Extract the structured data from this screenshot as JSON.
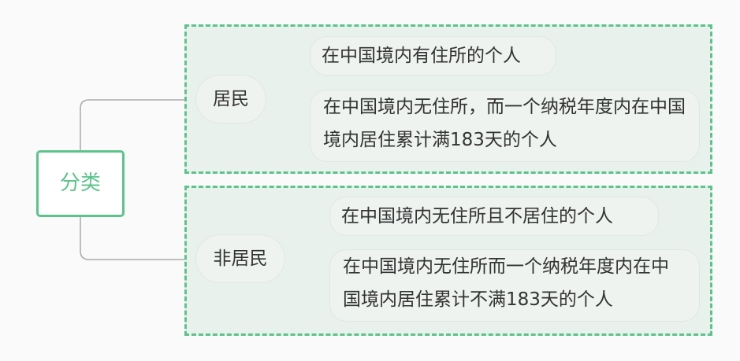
{
  "root": {
    "label": "分类"
  },
  "categories": [
    {
      "label": "居民",
      "items": [
        "在中国境内有住所的个人",
        "在中国境内无住所，而一个纳税年度内在中国境内居住累计满183天的个人"
      ]
    },
    {
      "label": "非居民",
      "items": [
        "在中国境内无住所且不居住的个人",
        "在中国境内无住所而一个纳税年度内在中国境内居住累计不满183天的个人"
      ]
    }
  ],
  "colors": {
    "accent": "#5bc48b",
    "line": "#aaaaaa",
    "group_bg": "#e9f1ec"
  }
}
